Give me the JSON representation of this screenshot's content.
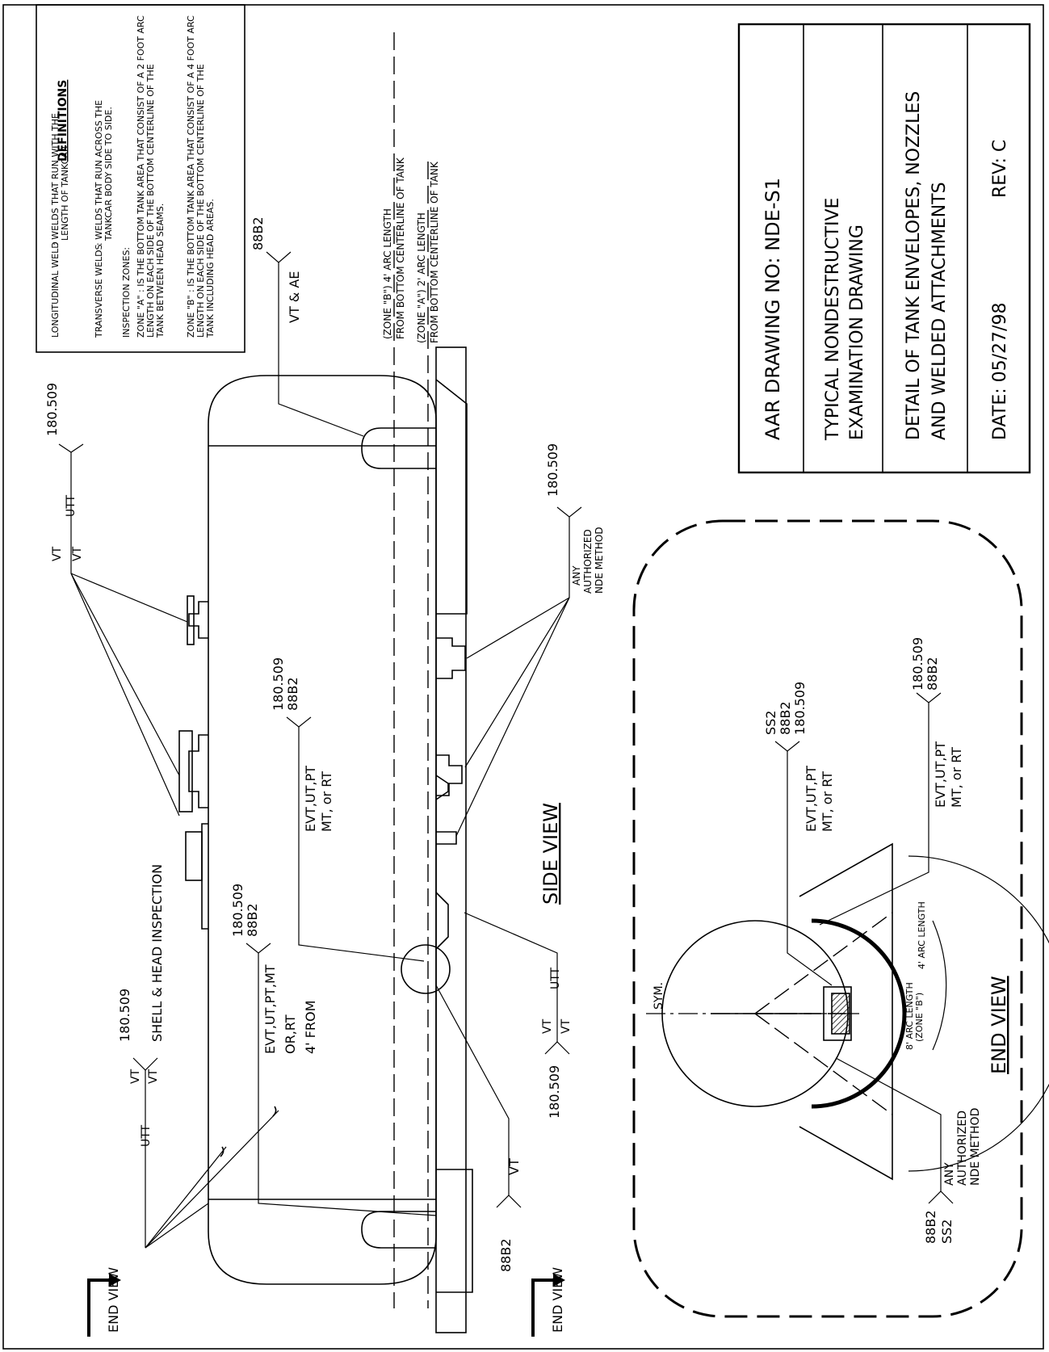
{
  "title_block": {
    "drawing_no": "AAR DRAWING NO: NDE-S1",
    "line1": "TYPICAL NONDESTRUCTIVE",
    "line2": "EXAMINATION DRAWING",
    "line3": "DETAIL OF TANK ENVELOPES, NOZZLES",
    "line4": "AND WELDED ATTACHMENTS",
    "date": "DATE:  05/27/98",
    "rev": "REV:   C"
  },
  "definitions": {
    "heading": "DEFINITIONS",
    "long_term": "LONGITUDINAL WELD",
    "long_def1": ": WELDS THAT RUN WITH THE",
    "long_def2": "LENGTH OF TANKCAR",
    "trans_term": "TRANSVERSE WELDS",
    "trans_def1": ": WELDS THAT RUN ACROSS THE",
    "trans_def2": "TANKCAR BODY SIDE TO SIDE.",
    "zones_heading": "INSPECTION ZONES:",
    "zone_a1": "ZONE \"A\" : IS THE BOTTOM TANK AREA THAT CONSIST OF A 2 FOOT ARC",
    "zone_a2": "LENGTH ON EACH SIDE OF THE BOTTOM CENTERLINE OF THE",
    "zone_a3": "TANK BETWEEN HEAD SEAMS.",
    "zone_b1": "ZONE \"B\" : IS THE BOTTOM TANK AREA THAT CONSIST OF A 4 FOOT ARC",
    "zone_b2": "LENGTH ON EACH SIDE OF THE BOTTOM CENTERLINE OF THE",
    "zone_b3": "TANK INCLUDING HEAD AREAS."
  },
  "zones": {
    "zone_b_top": "(ZONE \"B\")   4' ARC LENGTH",
    "zone_b_bottom": "FROM BOTTOM CENTERLINE OF TANK",
    "zone_a_top": "(ZONE \"A\")   2' ARC LENGTH",
    "zone_a_bottom": "FROM BOTTOM CENTERLINE OF TANK"
  },
  "side_view": {
    "label": "SIDE VIEW",
    "end_view_top": "END VIEW",
    "end_view_bottom": "END VIEW",
    "callouts": {
      "shell_num": "180.509",
      "shell_text": "SHELL & HEAD INSPECTION",
      "utt": "UTT",
      "vt": "VT",
      "evt_group1_num1": "180.509",
      "evt_group1_num2": "88B2",
      "evt_group1_l1": "EVT,UT,PT,MT",
      "evt_group1_l2": "OR,RT",
      "evt_group1_l3": "4'  FROM",
      "evt_group2_num1": "180.509",
      "evt_group2_num2": "88B2",
      "evt_group2_l1": "EVT,UT,PT",
      "evt_group2_l2": "MT,  or  RT",
      "top_nozzle_num": "180.509",
      "top_nozzle_vt1": "VT",
      "top_nozzle_vt2": "VT",
      "top_nozzle_utt": "UTT",
      "vt_ae_num": "88B2",
      "vt_ae": "VT  &  AE",
      "bottom_any_num": "180.509",
      "any1": "ANY",
      "any2": "AUTHORIZED",
      "any3": "NDE METHOD",
      "bl_vt": "VT",
      "bl_88b2": "88B2",
      "bl_num": "180.509",
      "bl_vt1": "VT",
      "bl_vt2": "VT",
      "bl_utt": "UTT"
    }
  },
  "end_view": {
    "label": "END VIEW",
    "csym": "SYM.",
    "arc8_1": "8' ARC LENGTH",
    "arc8_2": "(ZONE \"B\")",
    "arc4": "4' ARC LENGTH",
    "ss2_1": "SS2",
    "ss2_2": "88B2",
    "ss2_3": "180.509",
    "evt_a1": "EVT,UT,PT",
    "evt_a2": "MT,  or  RT",
    "r_num1": "180.509",
    "r_num2": "88B2",
    "evt_b1": "EVT,UT,PT",
    "evt_b2": "MT,  or  RT",
    "any1": "ANY",
    "any2": "AUTHORIZED",
    "any3": "NDE METHOD",
    "ll1": "88B2",
    "ll2": "SS2"
  },
  "colors": {
    "ink": "#000000",
    "paper": "#ffffff"
  }
}
